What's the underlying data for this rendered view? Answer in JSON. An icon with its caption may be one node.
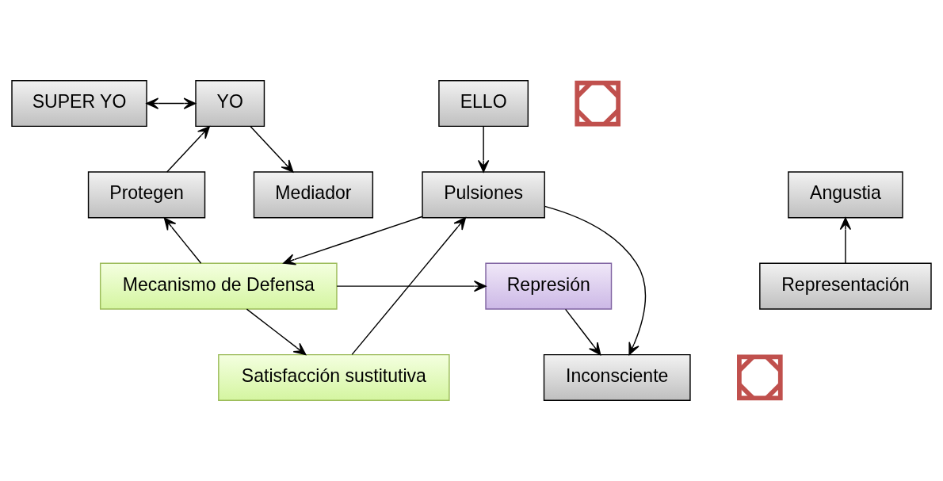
{
  "diagram": {
    "nodes": [
      {
        "text": [
          "SUPER YO"
        ]
      },
      {
        "text": [
          "YO"
        ]
      },
      {
        "text": [],
        "shape": "cross"
      },
      {
        "text": [
          "ELLO"
        ]
      },
      {
        "text": [
          "Mediador"
        ]
      },
      {
        "text": [
          "Protegen"
        ]
      },
      {
        "text": [
          "Pulsiones"
        ]
      },
      {
        "text": [
          "Angustia"
        ]
      },
      {
        "text": [
          "Mecanismo de Defensa"
        ]
      },
      {
        "text": [
          "Represión"
        ]
      },
      {
        "text": [
          "Representación"
        ]
      },
      {
        "text": [
          "Satisfacción sustitutiva"
        ]
      },
      {
        "text": [],
        "shape": "cross"
      },
      {
        "text": [
          "Inconsciente"
        ]
      }
    ],
    "edges": [
      {
        "from": 0,
        "to": 1,
        "arrow": "both"
      },
      {
        "from": 1,
        "to": 4,
        "arrow": "to"
      },
      {
        "from": 5,
        "to": 1,
        "arrow": "to"
      },
      {
        "from": 3,
        "to": 6,
        "arrow": "to"
      },
      {
        "from": 6,
        "to": 8,
        "arrow": "to"
      },
      {
        "from": 8,
        "to": 5,
        "arrow": "to"
      },
      {
        "from": 8,
        "to": 9,
        "arrow": "to"
      },
      {
        "from": 8,
        "to": 11,
        "arrow": "to"
      },
      {
        "from": 11,
        "to": 6,
        "arrow": "to"
      },
      {
        "from": 9,
        "to": 13,
        "arrow": "to"
      },
      {
        "from": 6,
        "to": 13,
        "arrow": "to"
      },
      {
        "from": 10,
        "to": 7,
        "arrow": "to"
      }
    ]
  }
}
